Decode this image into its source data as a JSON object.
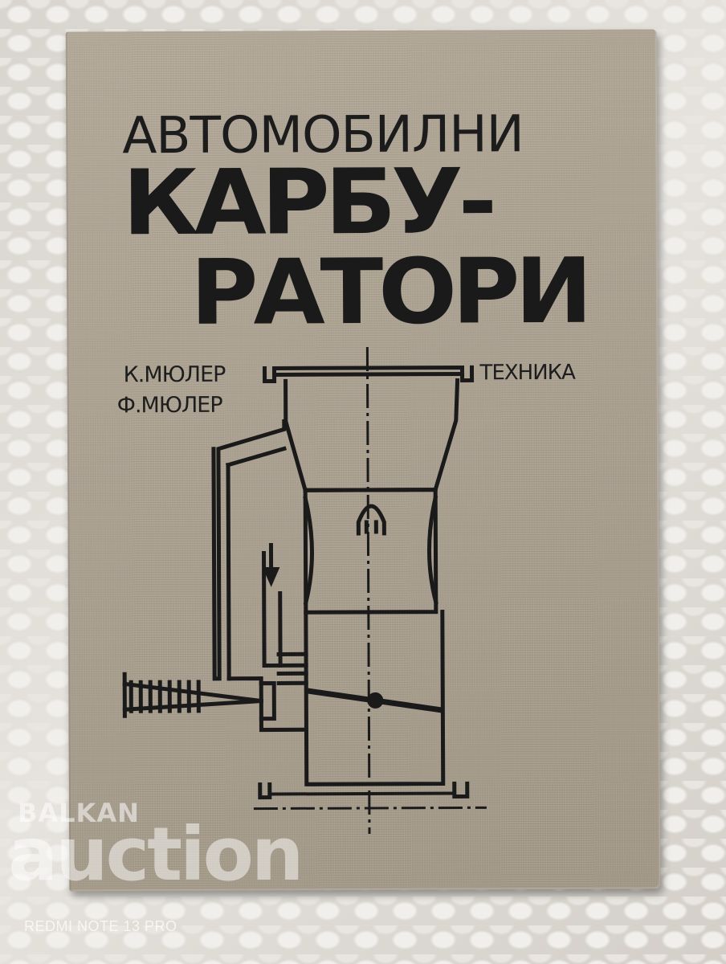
{
  "book": {
    "title_line1": "АВТОМОБИЛНИ",
    "title_line2": "КАРБУ-",
    "title_line3": "РАТОРИ",
    "author1": "К.МЮЛЕР",
    "author2": "Ф.МЮЛЕР",
    "publisher": "ТЕХНИКА",
    "cover_color": "#aea494",
    "ink_color": "#1a1a1a"
  },
  "watermark": {
    "site_small": "BALKAN",
    "site_big": "auction"
  },
  "device_tag": "REDMI NOTE 13 PRO"
}
